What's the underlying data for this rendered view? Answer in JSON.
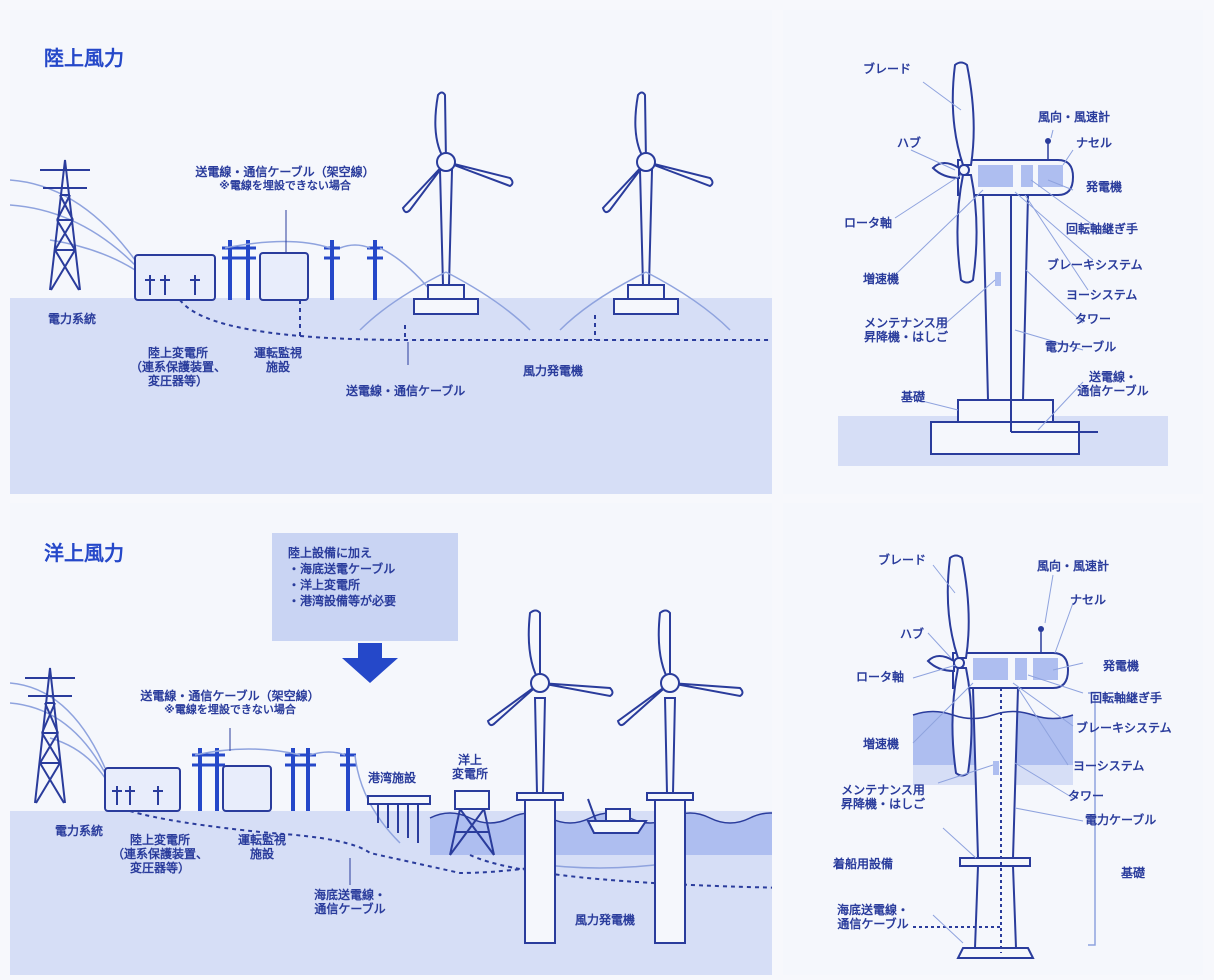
{
  "onshore": {
    "title": "陸上風力",
    "power_grid": "電力系統",
    "substation": [
      "陸上変電所",
      "（連系保護装置、",
      "変圧器等）"
    ],
    "monitoring": [
      "運転監視",
      "施設"
    ],
    "overhead": [
      "送電線・通信ケーブル（架空線）",
      "※電線を埋設できない場合"
    ],
    "cable": "送電線・通信ケーブル",
    "turbine": "風力発電機"
  },
  "offshore": {
    "title": "洋上風力",
    "note": [
      "陸上設備に加え",
      "・海底送電ケーブル",
      "・洋上変電所",
      "・港湾設備等が必要"
    ],
    "power_grid": "電力系統",
    "substation": [
      "陸上変電所",
      "（連系保護装置、",
      "変圧器等）"
    ],
    "monitoring": [
      "運転監視",
      "施設"
    ],
    "overhead": [
      "送電線・通信ケーブル（架空線）",
      "※電線を埋設できない場合"
    ],
    "port": "港湾施設",
    "offshore_substation": [
      "洋上",
      "変電所"
    ],
    "sea_cable": [
      "海底送電線・",
      "通信ケーブル"
    ],
    "turbine": "風力発電機"
  },
  "detail_onshore": {
    "blade": "ブレード",
    "hub": "ハブ",
    "rotor_shaft": "ロータ軸",
    "gearbox": "増速機",
    "maintenance": [
      "メンテナンス用",
      "昇降機・はしご"
    ],
    "foundation": "基礎",
    "anemometer": "風向・風速計",
    "nacelle": "ナセル",
    "generator": "発電機",
    "coupling": "回転軸継ぎ手",
    "brake": "ブレーキシステム",
    "yaw": "ヨーシステム",
    "tower": "タワー",
    "power_cable": "電力ケーブル",
    "transmission": [
      "送電線・",
      "通信ケーブル"
    ]
  },
  "detail_offshore": {
    "blade": "ブレード",
    "hub": "ハブ",
    "rotor_shaft": "ロータ軸",
    "gearbox": "増速機",
    "maintenance": [
      "メンテナンス用",
      "昇降機・はしご"
    ],
    "boat_landing": "着船用設備",
    "sea_cable": [
      "海底送電線・",
      "通信ケーブル"
    ],
    "anemometer": "風向・風速計",
    "nacelle": "ナセル",
    "generator": "発電機",
    "coupling": "回転軸継ぎ手",
    "brake": "ブレーキシステム",
    "yaw": "ヨーシステム",
    "tower": "タワー",
    "power_cable": "電力ケーブル",
    "foundation": "基礎"
  }
}
